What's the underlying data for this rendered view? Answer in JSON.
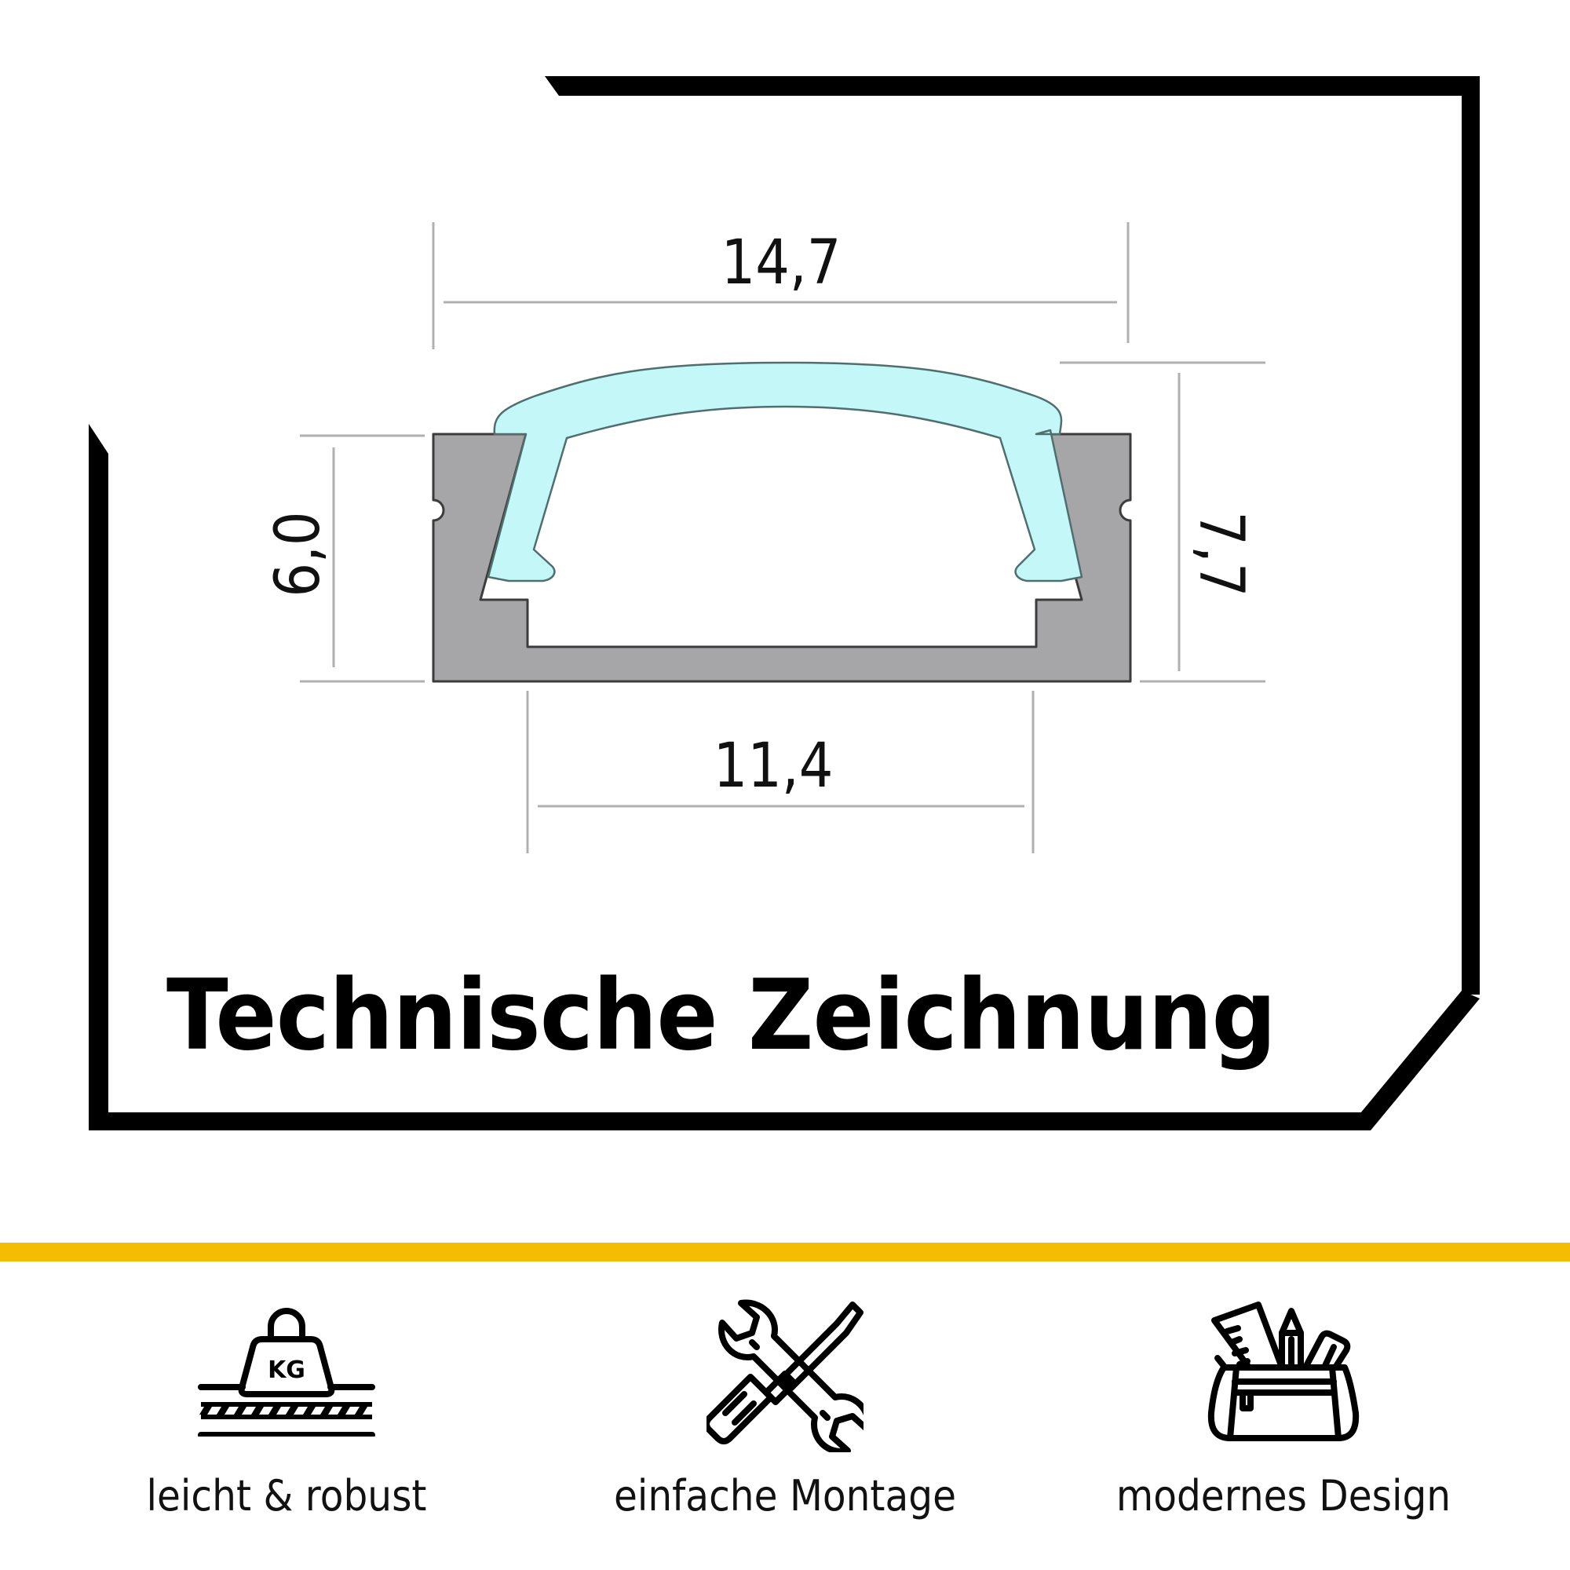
{
  "drawing": {
    "title": "Technische Zeichnung",
    "dimensions": {
      "top_width": "14,7",
      "bottom_width": "11,4",
      "left_height": "6,0",
      "right_height": "7,7"
    },
    "colors": {
      "frame": "#000000",
      "profile": "#a6a6a8",
      "profile_outline": "#3c3c3c",
      "cover": "#c4f8f8",
      "dimension_lines": "#b0b0b0"
    }
  },
  "divider": {
    "color": "#f5bd02"
  },
  "features": [
    {
      "icon": "weight-kg-icon",
      "label": "leicht & robust"
    },
    {
      "icon": "wrench-screwdriver-icon",
      "label": "einfache Montage"
    },
    {
      "icon": "pencil-case-icon",
      "label": "modernes Design"
    }
  ]
}
